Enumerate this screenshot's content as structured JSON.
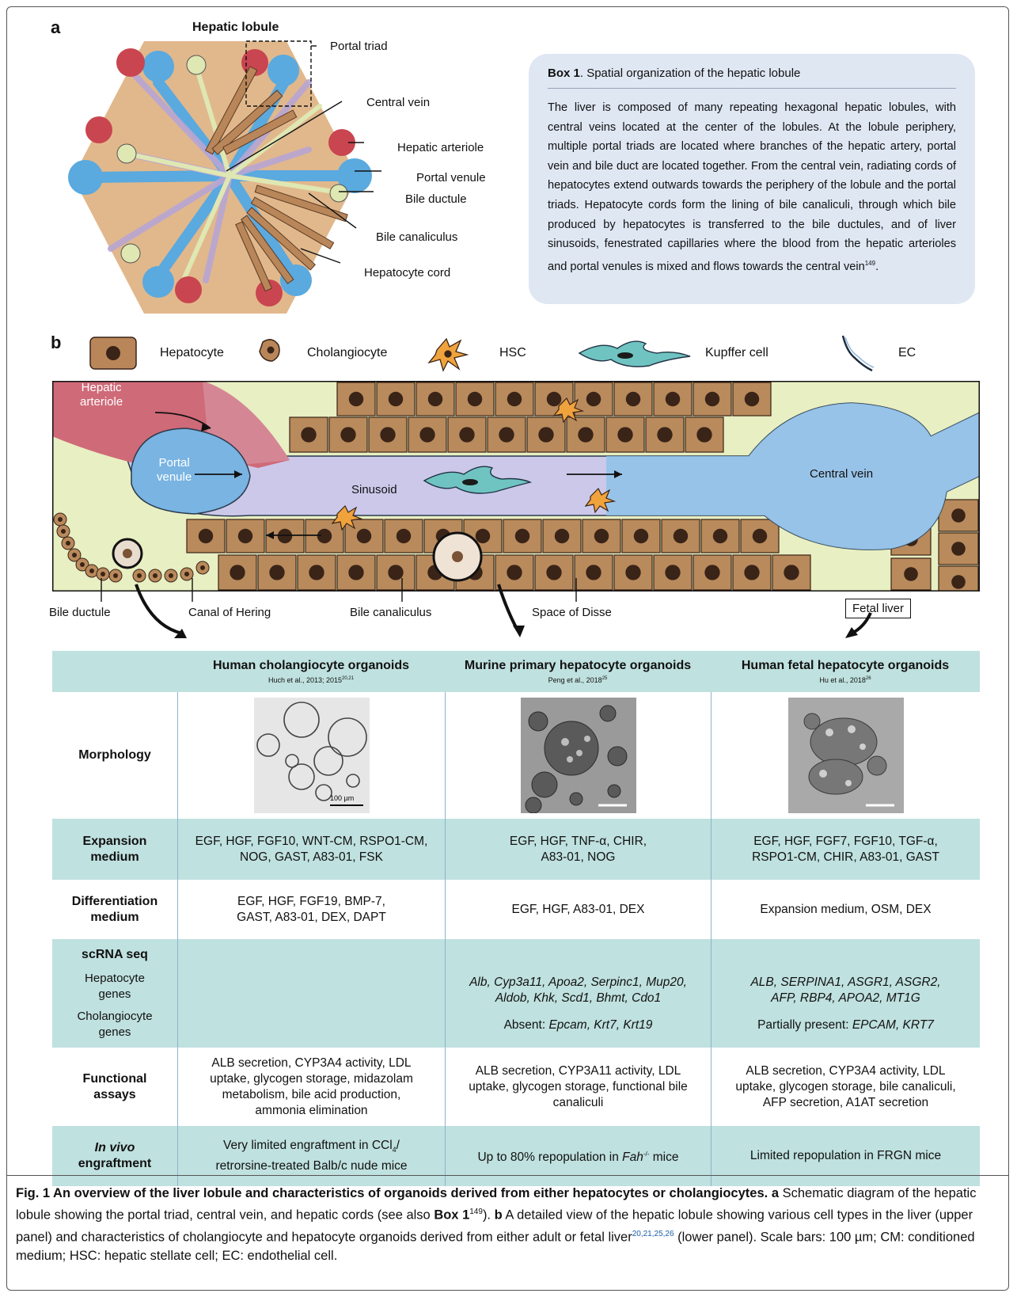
{
  "panel_a": {
    "letter": "a",
    "lobule_title": "Hepatic lobule",
    "labels": {
      "portal_triad": "Portal triad",
      "central_vein": "Central vein",
      "hepatic_arteriole": "Hepatic arteriole",
      "portal_venule": "Portal venule",
      "bile_ductule": "Bile ductule",
      "bile_canaliculus": "Bile canaliculus",
      "hepatocyte_cord": "Hepatocyte cord"
    },
    "box1": {
      "title_bold": "Box 1",
      "title_rest": ". Spatial organization of the hepatic lobule",
      "body": "The liver is composed of many repeating hexagonal hepatic lobules, with central veins located at the center of the lobules. At the lobule periphery, multiple portal triads are located where branches of the hepatic artery, portal vein and bile duct are located together. From the central vein, radiating cords of hepatocytes extend outwards towards the periphery of the lobule and the portal triads. Hepatocyte cords form the lining of bile canaliculi, through which bile produced by hepatocytes is transferred to the bile ductules, and of liver sinusoids, fenestrated capillaries where the blood from the hepatic arterioles and portal venules is mixed and flows towards the central vein",
      "ref": "149",
      "end": "."
    }
  },
  "panel_b": {
    "letter": "b",
    "legend": [
      "Hepatocyte",
      "Cholangiocyte",
      "HSC",
      "Kupffer cell",
      "EC"
    ],
    "diagram_labels": {
      "hepatic_arteriole": "Hepatic\narteriole",
      "portal_venule": "Portal\nvenule",
      "sinusoid": "Sinusoid",
      "central_vein": "Central vein",
      "bile_ductule": "Bile ductule",
      "canal_of_hering": "Canal of Hering",
      "bile_canaliculus": "Bile canaliculus",
      "space_of_disse": "Space of Disse",
      "fetal_liver": "Fetal liver"
    }
  },
  "table": {
    "headers": [
      {
        "title": "Human cholangiocyte organoids",
        "sub": "Huch et al., 2013; 2015",
        "sup": "20,21"
      },
      {
        "title": "Murine primary hepatocyte organoids",
        "sub": "Peng et al., 2018",
        "sup": "25"
      },
      {
        "title": "Human fetal hepatocyte organoids",
        "sub": "Hu et al., 2018",
        "sup": "26"
      }
    ],
    "morphology_label": "Morphology",
    "scale_bar_label": "100 µm",
    "expansion": {
      "label": "Expansion\nmedium",
      "c1": "EGF, HGF, FGF10, WNT-CM, RSPO1-CM,\nNOG, GAST, A83-01, FSK",
      "c2": "EGF, HGF, TNF-α, CHIR,\nA83-01, NOG",
      "c3": "EGF, HGF, FGF7, FGF10, TGF-α,\nRSPO1-CM, CHIR, A83-01, GAST"
    },
    "differentiation": {
      "label": "Differentiation\nmedium",
      "c1": "EGF, HGF, FGF19, BMP-7,\nGAST, A83-01, DEX, DAPT",
      "c2": "EGF, HGF, A83-01, DEX",
      "c3": "Expansion medium, OSM, DEX"
    },
    "scrna": {
      "label": "scRNA seq",
      "hep_label": "Hepatocyte\ngenes",
      "chol_label": "Cholangiocyte\ngenes",
      "c2_hep": "Alb, Cyp3a11, Apoa2, Serpinc1, Mup20,\nAldob, Khk, Scd1, Bhmt, Cdo1",
      "c2_chol_prefix": "Absent: ",
      "c2_chol_genes": "Epcam, Krt7, Krt19",
      "c3_hep": "ALB, SERPINA1, ASGR1, ASGR2,\nAFP, RBP4, APOA2, MT1G",
      "c3_chol_prefix": "Partially present: ",
      "c3_chol_genes": "EPCAM, KRT7"
    },
    "functional": {
      "label": "Functional\nassays",
      "c1": "ALB secretion, CYP3A4 activity, LDL\nuptake, glycogen storage, midazolam\nmetabolism, bile acid production,\nammonia elimination",
      "c2": "ALB secretion, CYP3A11 activity, LDL\nuptake, glycogen storage, functional bile\ncanaliculi",
      "c3": "ALB secretion, CYP3A4 activity, LDL\nuptake, glycogen storage, bile canaliculi,\nAFP secretion, A1AT secretion"
    },
    "invivo": {
      "label_ital": "In vivo",
      "label_rest": "engraftment",
      "c1_a": "Very limited engraftment in CCl",
      "c1_sub": "4",
      "c1_b": "/\nretrorsine-treated Balb/c nude mice",
      "c2_a": "Up to 80% repopulation in ",
      "c2_ital": "Fah",
      "c2_sup": "-/-",
      "c2_b": " mice",
      "c3": "Limited repopulation in FRGN mice"
    }
  },
  "caption": {
    "fig": "Fig. 1 An overview of the liver lobule and characteristics of organoids derived from either hepatocytes or cholangiocytes.",
    "a_letter": "a",
    "a_text": " Schematic diagram of the hepatic lobule showing the portal triad, central vein, and hepatic cords (see also ",
    "a_box": "Box 1",
    "a_ref": "149",
    "a_close": ").",
    "b_letter": "b",
    "b_text": " A detailed view of the hepatic lobule showing various cell types in the liver (upper panel) and characteristics of cholangiocyte and hepatocyte organoids derived from either adult or fetal liver",
    "b_refs": "20,21,25,26",
    "b_rest": " (lower panel). Scale bars: 100 µm; CM: conditioned medium; HSC: hepatic stellate cell; EC: endothelial cell."
  },
  "colors": {
    "teal_row": "#bfe1df",
    "box1_bg": "#dfe7f3",
    "hepatocyte": "#b98a5c",
    "nucleus": "#3a2418",
    "portal_blue": "#4aa3dc",
    "arteriole_red": "#c94550",
    "bile_green": "#e6efbf",
    "sinusoid_lilac": "#c9c6e8"
  }
}
